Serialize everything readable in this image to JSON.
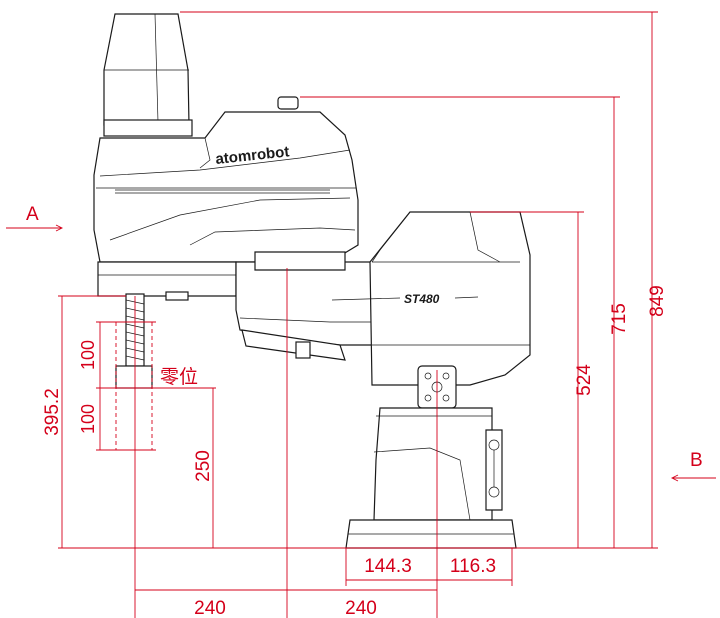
{
  "brand_label": "atomrobot",
  "model_label": "ST480",
  "zero_label": "零位",
  "view_a": "A",
  "view_b": "B",
  "dims": {
    "total_height": "849",
    "arm_height": "715",
    "base_height": "524",
    "stroke_total": "395.2",
    "stroke_upper": "100",
    "stroke_lower": "100",
    "zero_height": "250",
    "base_left": "144.3",
    "base_right": "116.3",
    "reach_first": "240",
    "reach_second": "240"
  },
  "colors": {
    "dimension": "#d4001a",
    "outline": "#1a1a1a"
  }
}
